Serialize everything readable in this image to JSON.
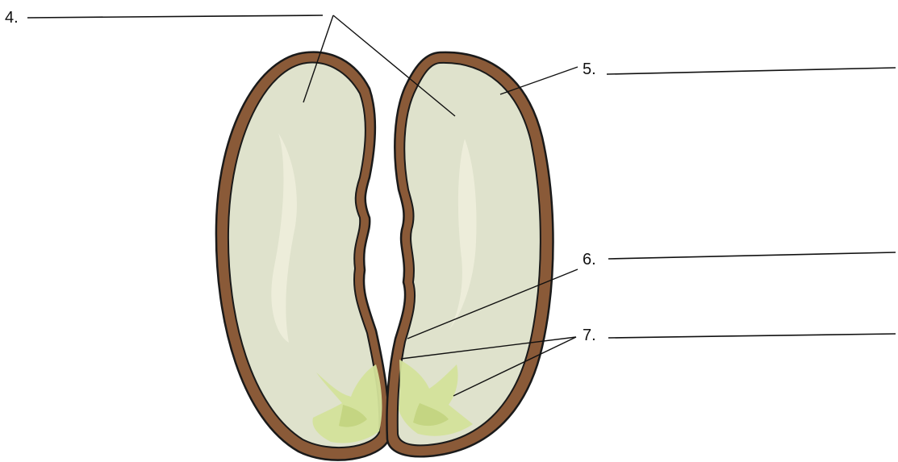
{
  "labels": {
    "l4": "4.",
    "l5": "5.",
    "l6": "6.",
    "l7": "7."
  },
  "colors": {
    "seed_coat": "#8a5a38",
    "seed_coat_outline": "#1a1a1a",
    "cotyledon": "#dfe2cc",
    "highlight": "#eeeedb",
    "embryo": "#d3e29a",
    "embryo_shade": "#c2d47f"
  }
}
